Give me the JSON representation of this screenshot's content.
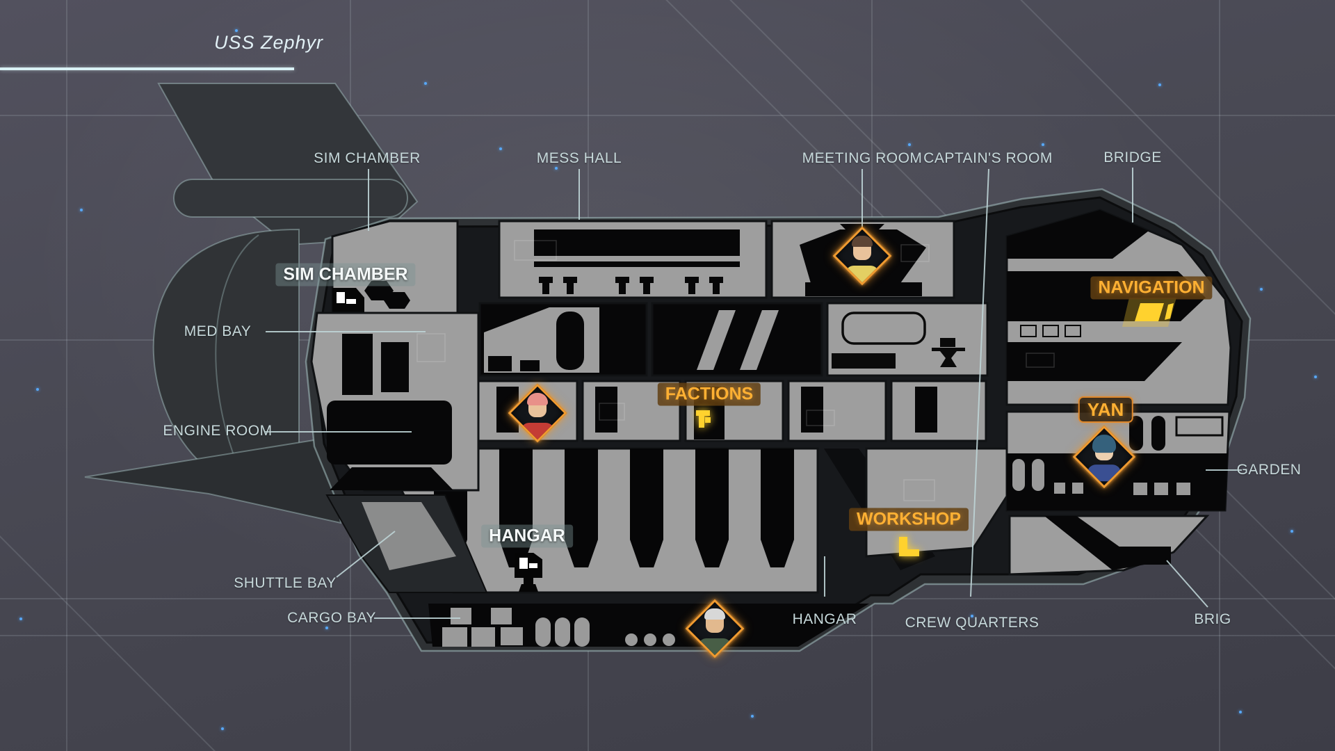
{
  "ship": {
    "name": "USS Zephyr"
  },
  "callouts": {
    "sim_chamber": "SIM CHAMBER",
    "mess_hall": "MESS HALL",
    "meeting_room": "MEETING ROOM",
    "captains_room": "CAPTAIN'S ROOM",
    "bridge": "BRIDGE",
    "med_bay": "MED BAY",
    "engine_room": "ENGINE ROOM",
    "shuttle_bay": "SHUTTLE BAY",
    "cargo_bay": "CARGO BAY",
    "hangar": "HANGAR",
    "crew_quarters": "CREW QUARTERS",
    "brig": "BRIG",
    "garden": "GARDEN"
  },
  "room_badges": {
    "sim_chamber": "SIM CHAMBER",
    "hangar": "HANGAR"
  },
  "poi_badges": {
    "navigation": "NAVIGATION",
    "factions": "FACTIONS",
    "workshop": "WORKSHOP"
  },
  "character_badges": {
    "yan": "YAN"
  },
  "icons": {
    "sim_chamber_marker": "terminal-icon",
    "hangar_marker": "terminal-icon",
    "factions_marker": "faction-blocks-icon",
    "workshop_marker": "workbench-icon",
    "navigation_console": "glow-console-icon",
    "portraits": [
      "character-portrait-meeting-room",
      "character-portrait-crew-quarters",
      "character-portrait-yan",
      "character-portrait-cargo-bay"
    ]
  },
  "colors": {
    "background": "#46464f",
    "hull": "#2e3134",
    "deck": "#17191c",
    "room_floor": "#9e9e9e",
    "furniture": "#070708",
    "label_text": "#c7d9db",
    "badge_text_white": "#f4f8f8",
    "accent_orange": "#f2a43a",
    "highlight_yellow": "#ffd22e",
    "star_blue": "#58a8f8",
    "title_underline": "#d9f1f5"
  }
}
